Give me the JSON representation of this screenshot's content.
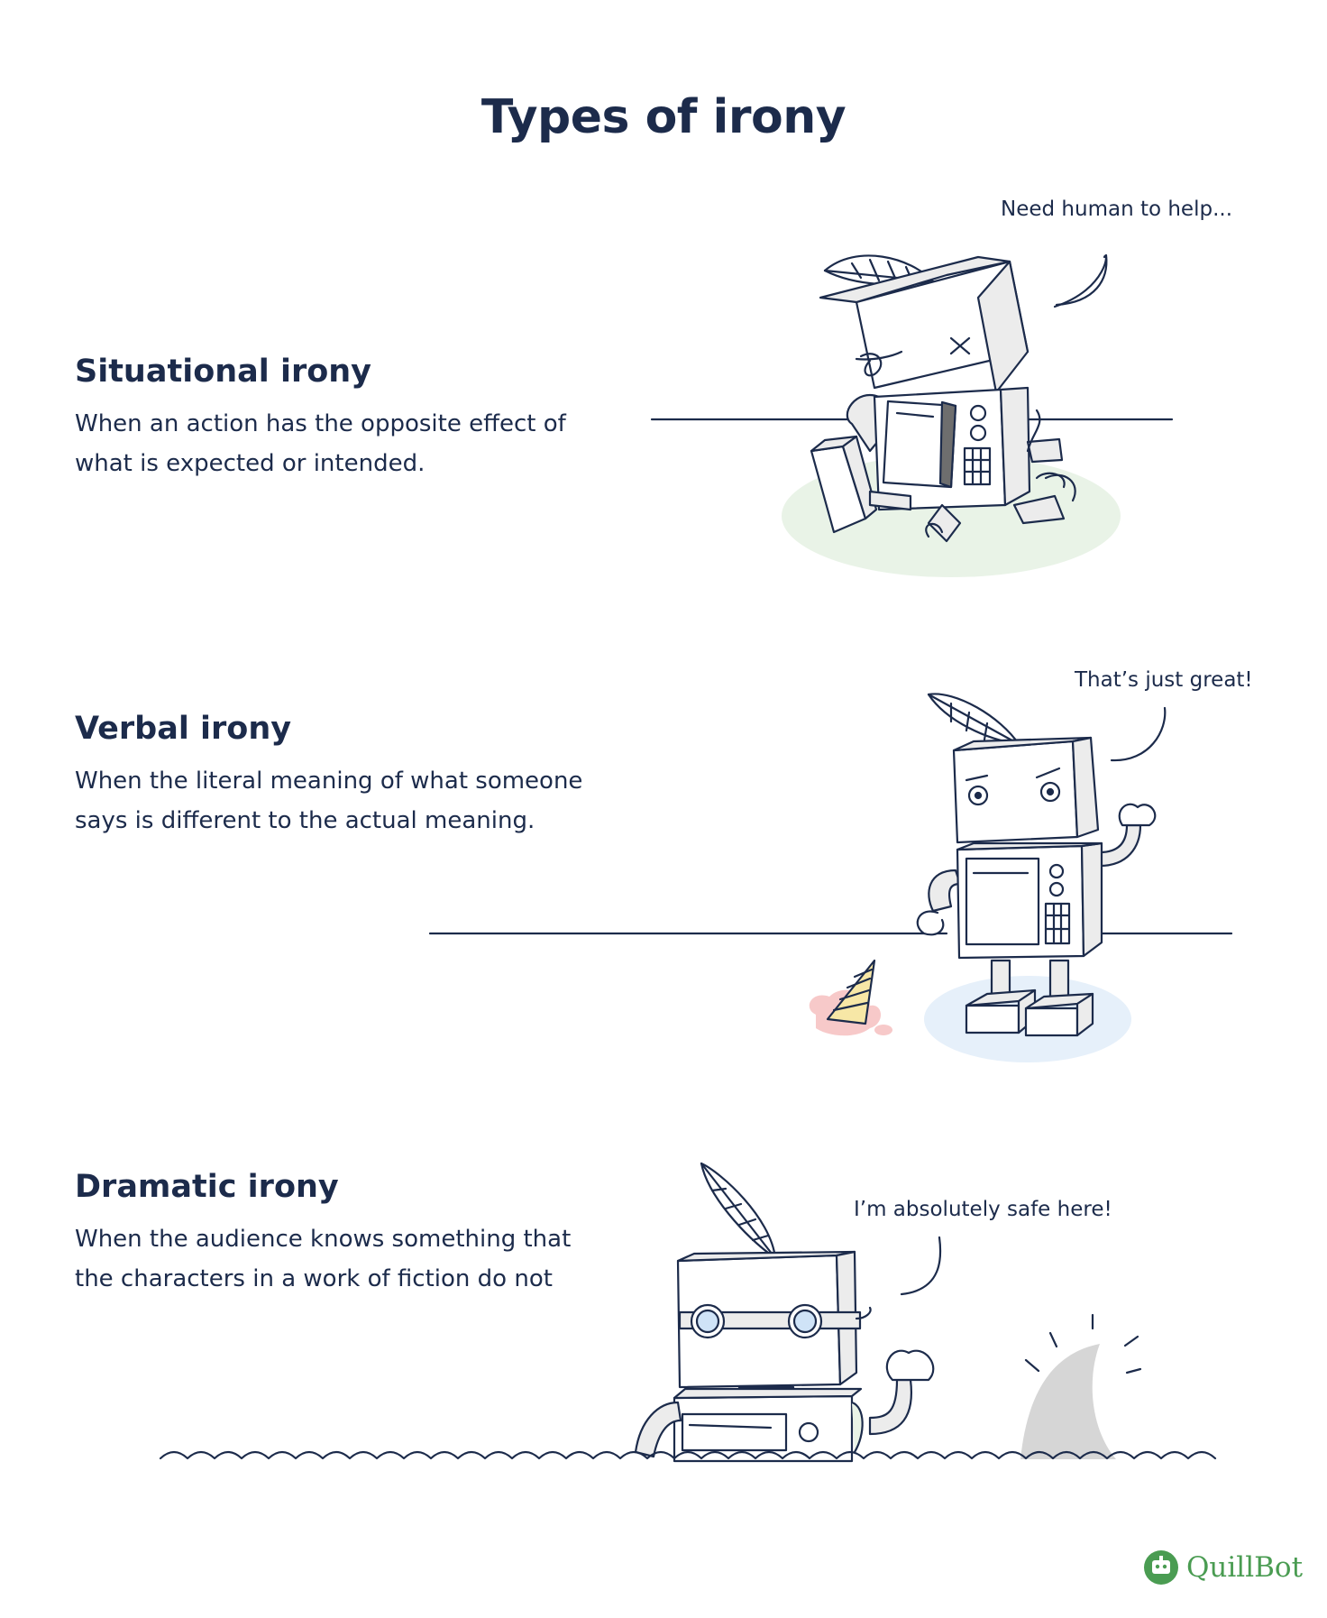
{
  "title": "Types of irony",
  "sections": [
    {
      "heading": "Situational irony",
      "description": "When an action has the opposite effect of what is expected or intended.",
      "speech": "Need human to help..."
    },
    {
      "heading": "Verbal irony",
      "description": "When the literal meaning of what someone says is different to the actual meaning.",
      "speech": "That’s just great!"
    },
    {
      "heading": "Dramatic irony",
      "description": "When the audience knows something that the characters in a work of fiction do not",
      "speech": "I’m absolutely safe here!"
    }
  ],
  "brand": {
    "name": "QuillBot",
    "color": "#4a9c52"
  },
  "colors": {
    "ink": "#1c2b4b",
    "robot_fill": "#ececec",
    "ground_green": "#e9f3e7",
    "ground_blue": "#e6f0fa",
    "ice_cream_pink": "#f7c9c9",
    "cone_yellow": "#f7e7a6",
    "shark_fin": "#d6d6d6"
  },
  "icons": [
    "feather-icon",
    "robot-icon",
    "ice-cream-icon",
    "shark-fin-icon",
    "quillbot-logo-icon"
  ]
}
